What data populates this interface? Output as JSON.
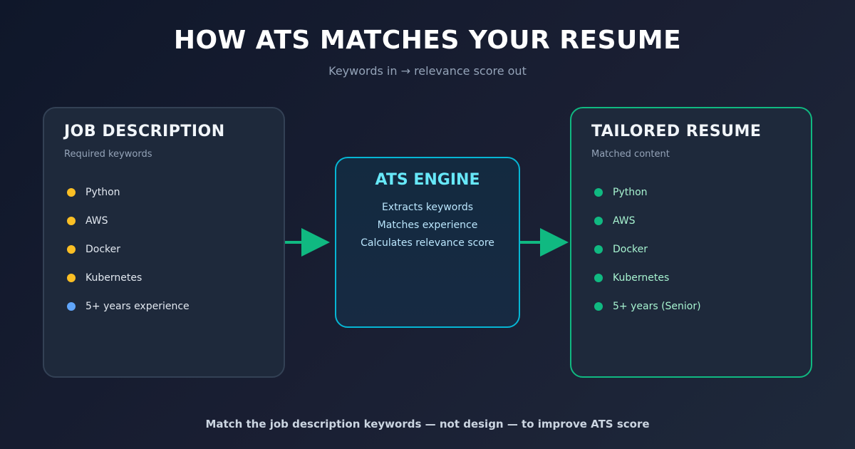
{
  "header": {
    "title": "HOW ATS MATCHES YOUR RESUME",
    "subtitle": "Keywords in → relevance score out"
  },
  "job_description": {
    "title": "JOB DESCRIPTION",
    "subtitle": "Required keywords",
    "items": [
      {
        "label": "Python",
        "color": "#fbbf24"
      },
      {
        "label": "AWS",
        "color": "#fbbf24"
      },
      {
        "label": "Docker",
        "color": "#fbbf24"
      },
      {
        "label": "Kubernetes",
        "color": "#fbbf24"
      },
      {
        "label": "5+ years experience",
        "color": "#60a5fa"
      }
    ]
  },
  "ats_engine": {
    "title": "ATS ENGINE",
    "lines": [
      "Extracts keywords",
      "Matches experience",
      "Calculates relevance score"
    ]
  },
  "tailored_resume": {
    "title": "TAILORED RESUME",
    "subtitle": "Matched content",
    "items": [
      {
        "label": "Python",
        "color": "#10b981"
      },
      {
        "label": "AWS",
        "color": "#10b981"
      },
      {
        "label": "Docker",
        "color": "#10b981"
      },
      {
        "label": "Kubernetes",
        "color": "#10b981"
      },
      {
        "label": "5+ years (Senior)",
        "color": "#10b981"
      }
    ]
  },
  "footer": "Match the job description keywords — not design — to improve ATS score",
  "colors": {
    "arrow": "#10b981",
    "jd_text": "#e2e8f0",
    "resume_text": "#a7f3d0"
  }
}
